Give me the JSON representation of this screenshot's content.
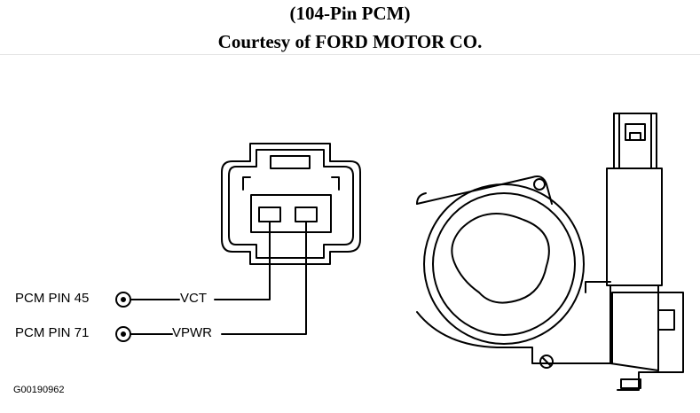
{
  "header": {
    "title": "(104-Pin PCM)",
    "courtesy": "Courtesy of FORD MOTOR CO."
  },
  "pins": [
    {
      "label": "PCM PIN 45",
      "circuit": "VCT"
    },
    {
      "label": "PCM PIN 71",
      "circuit": "VPWR"
    }
  ],
  "figure_code": "G00190962",
  "colors": {
    "line": "#000000",
    "background": "#ffffff"
  }
}
